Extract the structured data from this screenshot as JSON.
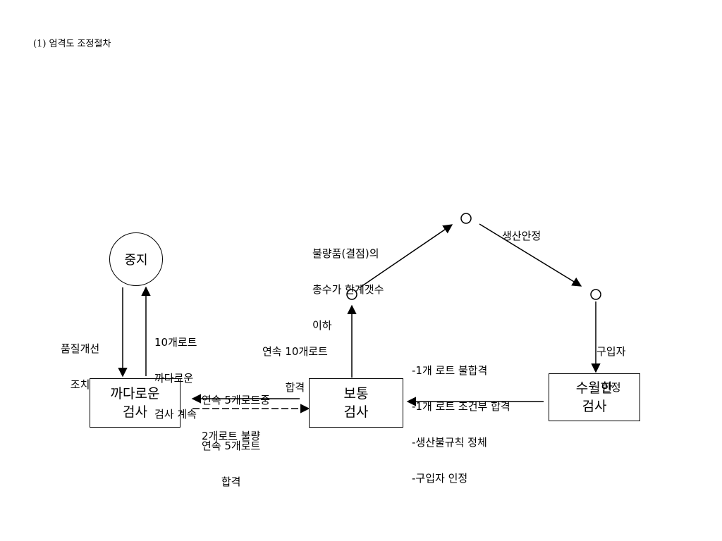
{
  "heading": "(1) 엄격도 조정절차",
  "stop_node": "중지",
  "boxes": {
    "strict": [
      "까다로운",
      "검사"
    ],
    "normal": [
      "보통",
      "검사"
    ],
    "reduced": [
      "수월한",
      "검사"
    ]
  },
  "labels": {
    "quality_improve": [
      "품질개선",
      "조치"
    ],
    "continue_strict": [
      "10개로트",
      "까다로운",
      "검사 계속"
    ],
    "to_strict": [
      "연속 5개로트중",
      "2개로트 불량"
    ],
    "to_normal_from_strict": [
      "연속 5개로트",
      "합격"
    ],
    "consecutive_10": [
      "연속 10개로트",
      "합격"
    ],
    "defect_total": [
      "불량품(결점)의",
      "총수가 한계갯수",
      "이하"
    ],
    "production_stable": "생산안정",
    "buyer_approval": [
      "구입자",
      "인정"
    ],
    "to_normal_from_reduced": [
      "-1개 로트 불합격",
      "-1개 로트 조건부 합격",
      "-생산불규칙 정체",
      "-구입자 인정"
    ]
  }
}
